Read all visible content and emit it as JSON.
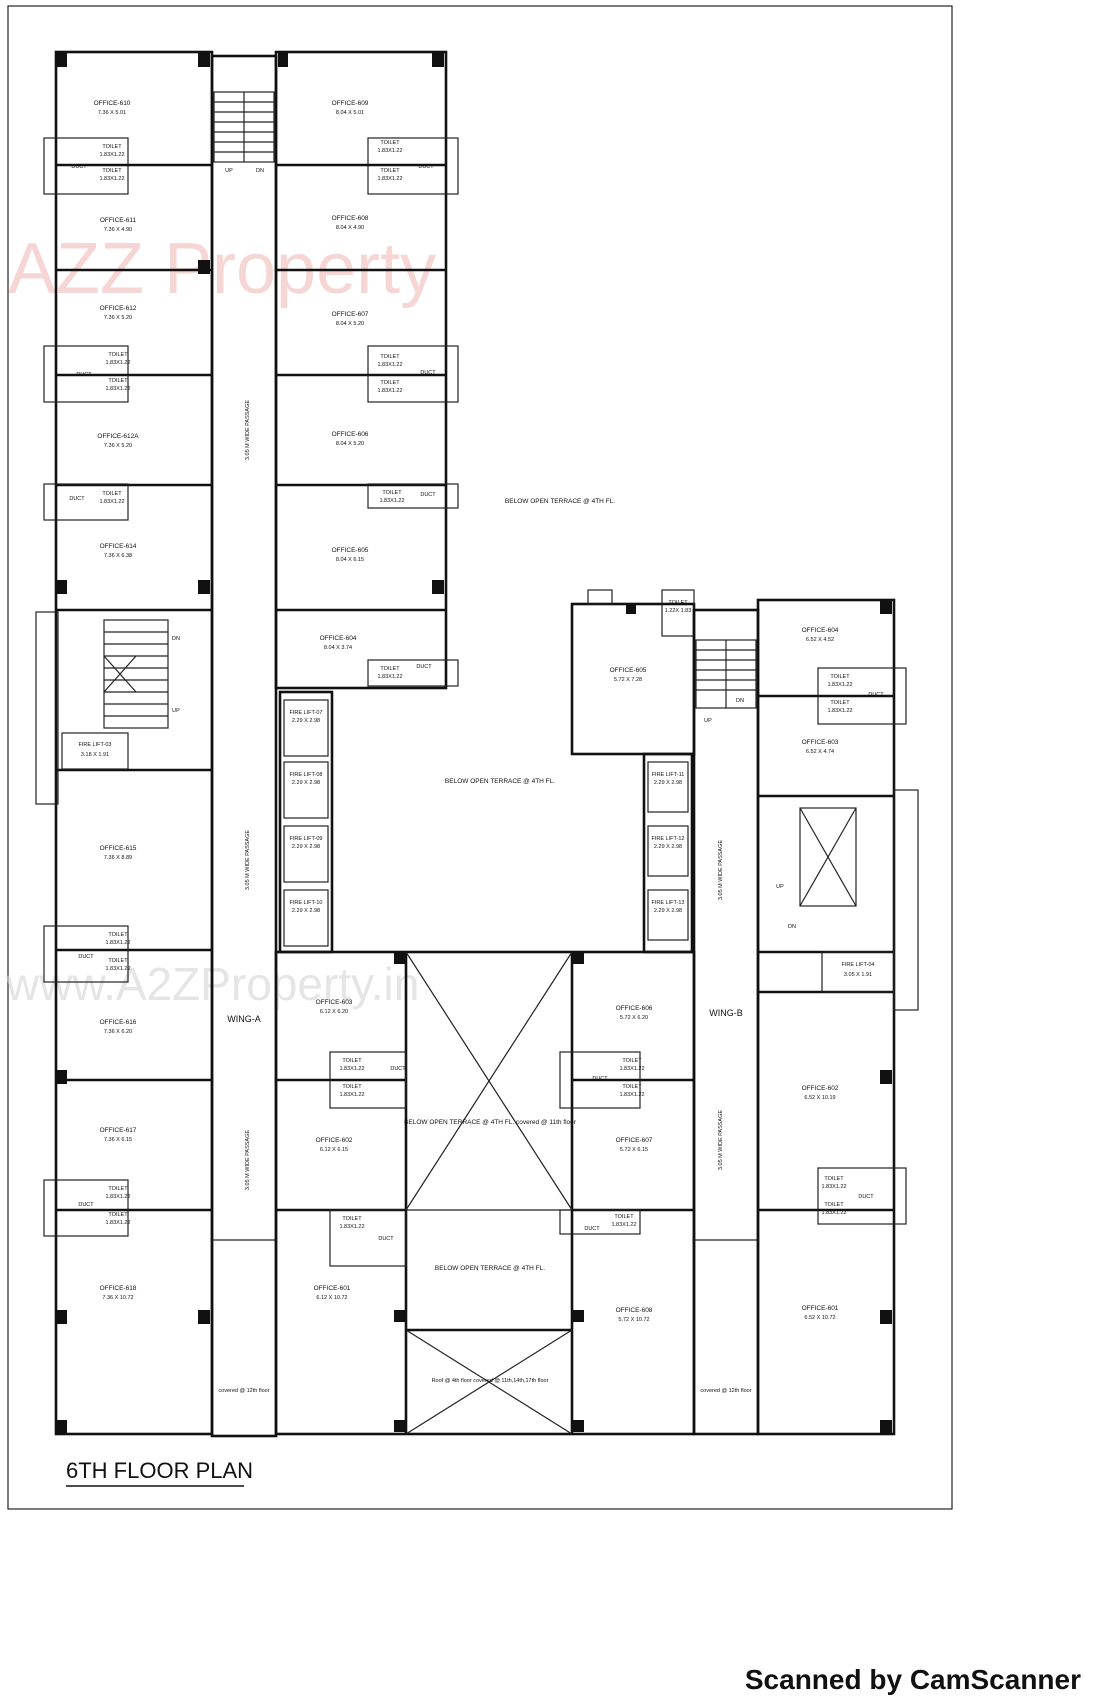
{
  "plan": {
    "title": "6TH FLOOR PLAN",
    "watermarks": [
      "AZZ Property",
      "www.A2ZProperty.in"
    ],
    "stair_labels": {
      "up": "UP",
      "down": "DN"
    },
    "wings": [
      "WING-A",
      "WING-B"
    ],
    "passage_label": "3.05 M WIDE PASSAGE",
    "terrace_labels": {
      "top": "BELOW OPEN TERRACE @ 4TH FL.",
      "middle": "BELOW OPEN TERRACE @ 4TH FL.",
      "atrium": "BELOW OPEN TERRACE @ 4TH FL. covered @ 11th floor",
      "lower": "BELOW OPEN TERRACE @ 4TH FL.",
      "roof": "Roof @ 4th floor covered @ 11th,14th,17th floor"
    },
    "covered_notes": [
      "covered @ 12th floor",
      "covered @ 12th floor"
    ],
    "offices": [
      {
        "name": "OFFICE-610",
        "size": "7.36 X 5.01"
      },
      {
        "name": "OFFICE-611",
        "size": "7.36 X 4.90"
      },
      {
        "name": "OFFICE-612",
        "size": "7.36 X 5.20"
      },
      {
        "name": "OFFICE-612A",
        "size": "7.36 X 5.20"
      },
      {
        "name": "OFFICE-614",
        "size": "7.36 X 6.38"
      },
      {
        "name": "OFFICE-615",
        "size": "7.36 X 8.89"
      },
      {
        "name": "OFFICE-616",
        "size": "7.36 X 6.20"
      },
      {
        "name": "OFFICE-617",
        "size": "7.36 X 6.15"
      },
      {
        "name": "OFFICE-618",
        "size": "7.36 X 10.72"
      },
      {
        "name": "OFFICE-609",
        "size": "8.04 X 5.01"
      },
      {
        "name": "OFFICE-608",
        "size": "8.04 X 4.90"
      },
      {
        "name": "OFFICE-607",
        "size": "8.04 X 5.20"
      },
      {
        "name": "OFFICE-606",
        "size": "8.04 X 5.20"
      },
      {
        "name": "OFFICE-605",
        "size": "8.04 X 6.15"
      },
      {
        "name": "OFFICE-604",
        "size": "8.04 X 3.74"
      },
      {
        "name": "OFFICE-603",
        "size": "6.12 X 6.20"
      },
      {
        "name": "OFFICE-602",
        "size": "6.12 X 6.15"
      },
      {
        "name": "OFFICE-601",
        "size": "6.12 X 10.72"
      },
      {
        "name": "OFFICE-605",
        "size": "5.72 X 7.28"
      },
      {
        "name": "OFFICE-606",
        "size": "5.72 X 6.20"
      },
      {
        "name": "OFFICE-607",
        "size": "5.72 X 6.15"
      },
      {
        "name": "OFFICE-608",
        "size": "5.72 X 10.72"
      },
      {
        "name": "OFFICE-604",
        "size": "6.52 X 4.52"
      },
      {
        "name": "OFFICE-603",
        "size": "6.52 X 4.74"
      },
      {
        "name": "OFFICE-602",
        "size": "6.52 X 10.19"
      },
      {
        "name": "OFFICE-601",
        "size": "6.52 X 10.72"
      }
    ],
    "lifts": [
      {
        "name": "FIRE LIFT-07",
        "size": "2.29 X 2.98"
      },
      {
        "name": "FIRE LIFT-08",
        "size": "2.29 X 2.98"
      },
      {
        "name": "FIRE LIFT-09",
        "size": "2.29 X 2.98"
      },
      {
        "name": "FIRE LIFT-10",
        "size": "2.29 X 2.98"
      },
      {
        "name": "FIRE LIFT-11",
        "size": "2.29 X 2.98"
      },
      {
        "name": "FIRE LIFT-12",
        "size": "2.29 X 2.98"
      },
      {
        "name": "FIRE LIFT-13",
        "size": "2.29 X 2.98"
      },
      {
        "name": "FIRE LIFT-03",
        "size": "3.18 X 1.91"
      },
      {
        "name": "FIRE LIFT-04",
        "size": "3.05 X 1.91"
      }
    ],
    "toilet": {
      "name": "TOILET",
      "size": "1.83X1.22"
    },
    "duct": "DUCT",
    "small_room": {
      "name": "TOILET",
      "size": "1.22X 1.83"
    }
  },
  "footer": {
    "scanner_text": "Scanned by CamScanner"
  }
}
